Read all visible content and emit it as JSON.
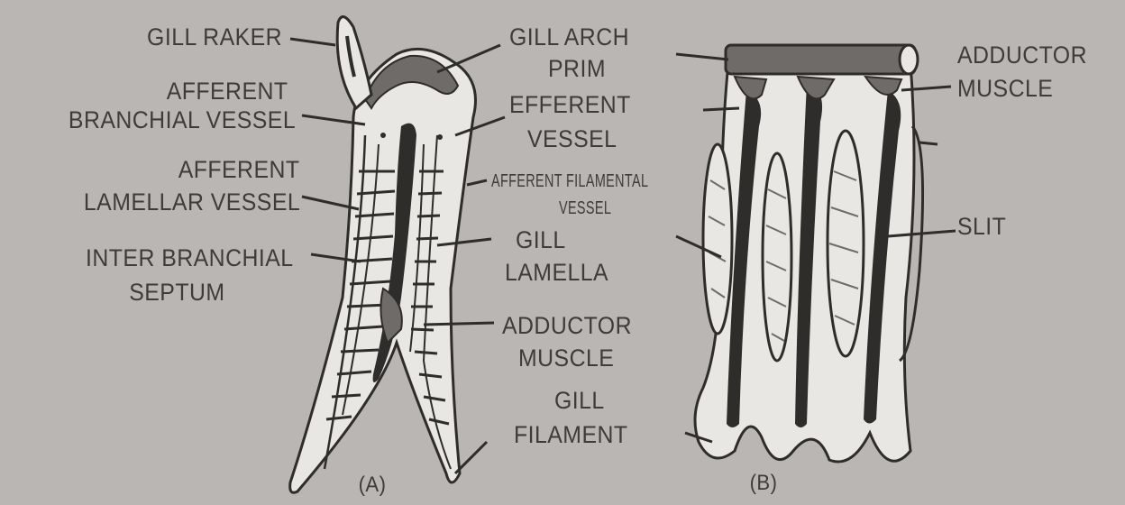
{
  "figure_a": {
    "caption": "(A)",
    "labels": {
      "gill_raker": "GILL RAKER",
      "afferent_branchial_vessel_1": "AFFERENT",
      "afferent_branchial_vessel_2": "BRANCHIAL VESSEL",
      "afferent_lamellar_vessel_1": "AFFERENT",
      "afferent_lamellar_vessel_2": "LAMELLAR VESSEL",
      "inter_branchial_septum_1": "INTER BRANCHIAL",
      "inter_branchial_septum_2": "SEPTUM",
      "gill_arch": "GILL ARCH",
      "prim_efferent_vessel_1": "PRIM",
      "prim_efferent_vessel_2": "EFFERENT",
      "prim_efferent_vessel_3": "VESSEL",
      "afferent_filamental_vessel_1": "AFFERENT FILAMENTAL",
      "afferent_filamental_vessel_2": "VESSEL",
      "gill_lamella_1": "GILL",
      "gill_lamella_2": "LAMELLA",
      "adductor_muscle_1": "ADDUCTOR",
      "adductor_muscle_2": "MUSCLE",
      "gill_filament_1": "GILL",
      "gill_filament_2": "FILAMENT"
    }
  },
  "figure_b": {
    "caption": "(B)",
    "labels": {
      "adductor_muscle_1": "ADDUCTOR",
      "adductor_muscle_2": "MUSCLE",
      "slit": "SLIT"
    }
  },
  "colors": {
    "background": "#b9b6b3",
    "ink": "#2f2c2c",
    "tissue": "#e9e7e3",
    "shading": "#7c7876"
  }
}
